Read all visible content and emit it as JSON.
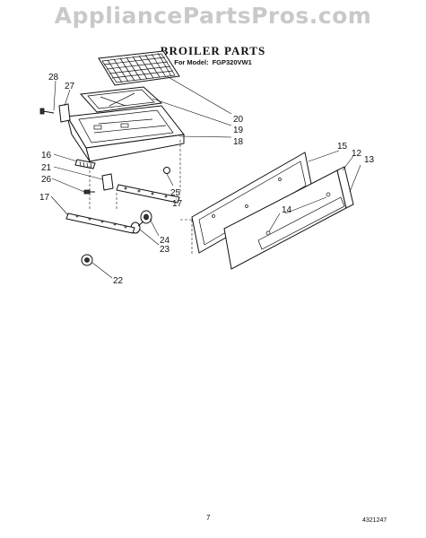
{
  "watermark": "AppliancePartsPros.com",
  "header": {
    "title": "BROILER PARTS",
    "model_prefix": "For Model:",
    "model": "FGP320VW1"
  },
  "callouts": {
    "p28": "28",
    "p27": "27",
    "p20": "20",
    "p19": "19",
    "p18": "18",
    "p16": "16",
    "p21": "21",
    "p26": "26",
    "p25": "25",
    "p17a": "17",
    "p17b": "17",
    "p24": "24",
    "p23": "23",
    "p22": "22",
    "p15": "15",
    "p12": "12",
    "p13": "13",
    "p14": "14"
  },
  "footer": {
    "page_number": "7",
    "document_number": "4321247"
  }
}
